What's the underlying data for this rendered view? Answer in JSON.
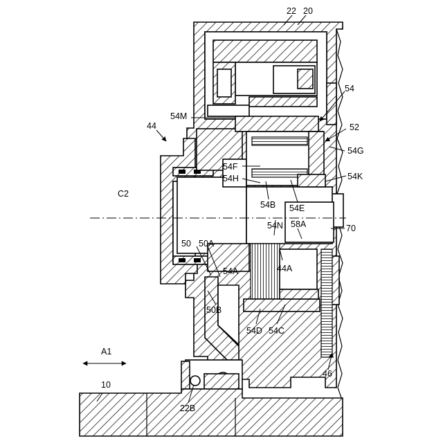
{
  "labels": {
    "ref_22": "22",
    "ref_20": "20",
    "ref_54": "54",
    "ref_52": "52",
    "ref_54G": "54G",
    "ref_54K": "54K",
    "ref_54M": "54M",
    "ref_44": "44",
    "ref_54F": "54F",
    "ref_54H": "54H",
    "ref_C2": "C2",
    "ref_54B": "54B",
    "ref_54E": "54E",
    "ref_54N": "54N",
    "ref_58A": "58A",
    "ref_70": "70",
    "ref_50": "50",
    "ref_50A": "50A",
    "ref_54A": "54A",
    "ref_44A": "44A",
    "ref_50B": "50B",
    "ref_54D": "54D",
    "ref_54C": "54C",
    "ref_A1": "A1",
    "ref_46": "46",
    "ref_10": "10",
    "ref_22B": "22B"
  }
}
